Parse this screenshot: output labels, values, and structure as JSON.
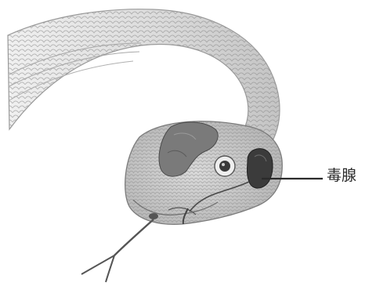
{
  "diagram": {
    "subject": "snake-head-cutaway",
    "labels": [
      {
        "id": "venom-gland",
        "text": "毒腺"
      }
    ],
    "colors": {
      "scale_outline": "#7a7a7a",
      "body_fill": "#d6d6d6",
      "head_fill": "#c9c9c9",
      "organ_fill": "#6e6e6e",
      "gland_fill": "#3b3b3b",
      "tongue": "#555555",
      "leader_line": "#2b2b2b"
    }
  }
}
